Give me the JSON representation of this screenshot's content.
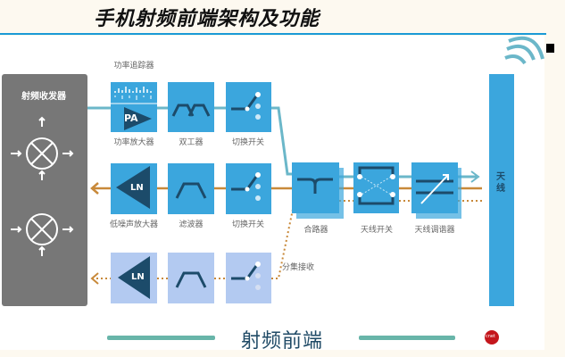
{
  "title": "手机射频前端架构及功能",
  "transceiver": {
    "label": "射频收发器"
  },
  "row1": {
    "top_label": "功率追踪器",
    "pa_text": "PA",
    "labels": [
      "功率放大器",
      "双工器",
      "切换开关"
    ]
  },
  "row2": {
    "ln_text": "LN",
    "labels": [
      "低噪声放大器",
      "滤波器",
      "切换开关"
    ]
  },
  "row3": {
    "ln_text": "LN",
    "label": "分集接收"
  },
  "combine": {
    "labels": [
      "合路器",
      "天线开关",
      "天线调谐器"
    ]
  },
  "antenna": {
    "label": "天线"
  },
  "footer": {
    "label": "射频前端",
    "logo": "cnet"
  },
  "colors": {
    "box": "#3ba6dd",
    "dark": "#1c4b6a",
    "light_box": "#b3caf1",
    "line": "#6bb7c9",
    "rx_line": "#c8893a",
    "transceiver": "#777777"
  }
}
